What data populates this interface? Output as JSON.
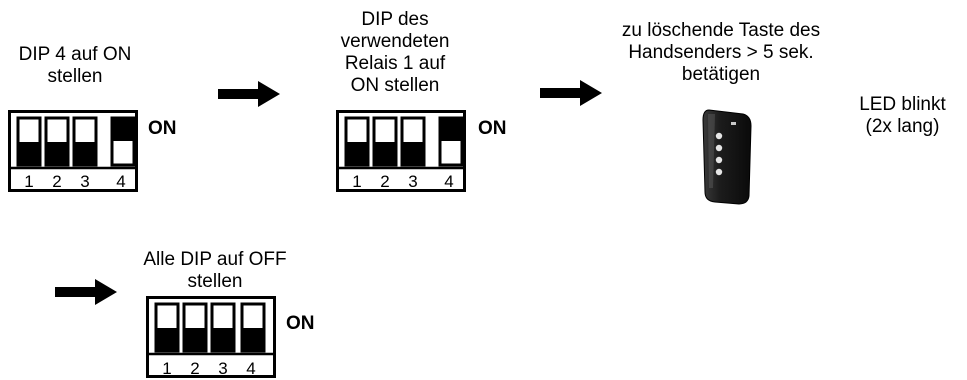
{
  "steps": [
    {
      "caption": [
        "DIP 4 auf ON",
        "stellen"
      ],
      "switches_on": [
        false,
        false,
        false,
        true
      ],
      "on_label": "ON",
      "numbers": [
        "1",
        "2",
        "3",
        "4"
      ]
    },
    {
      "caption": [
        "DIP des",
        "verwendeten",
        "Relais 1 auf",
        "ON stellen"
      ],
      "switches_on": [
        false,
        false,
        false,
        true
      ],
      "on_label": "ON",
      "numbers": [
        "1",
        "2",
        "3",
        "4"
      ]
    },
    {
      "caption": [
        "zu löschende Taste des",
        "Handsenders > 5 sek.",
        "betätigen"
      ]
    },
    {
      "caption": [
        "LED blinkt",
        "(2x lang)"
      ]
    },
    {
      "caption": [
        "Alle DIP auf OFF",
        "stellen"
      ],
      "switches_on": [
        false,
        false,
        false,
        false
      ],
      "on_label": "ON",
      "numbers": [
        "1",
        "2",
        "3",
        "4"
      ]
    }
  ],
  "icons": {
    "arrow": "right-arrow-icon",
    "remote": "remote-control-icon"
  },
  "colors": {
    "ink": "#000000",
    "background": "#ffffff"
  }
}
